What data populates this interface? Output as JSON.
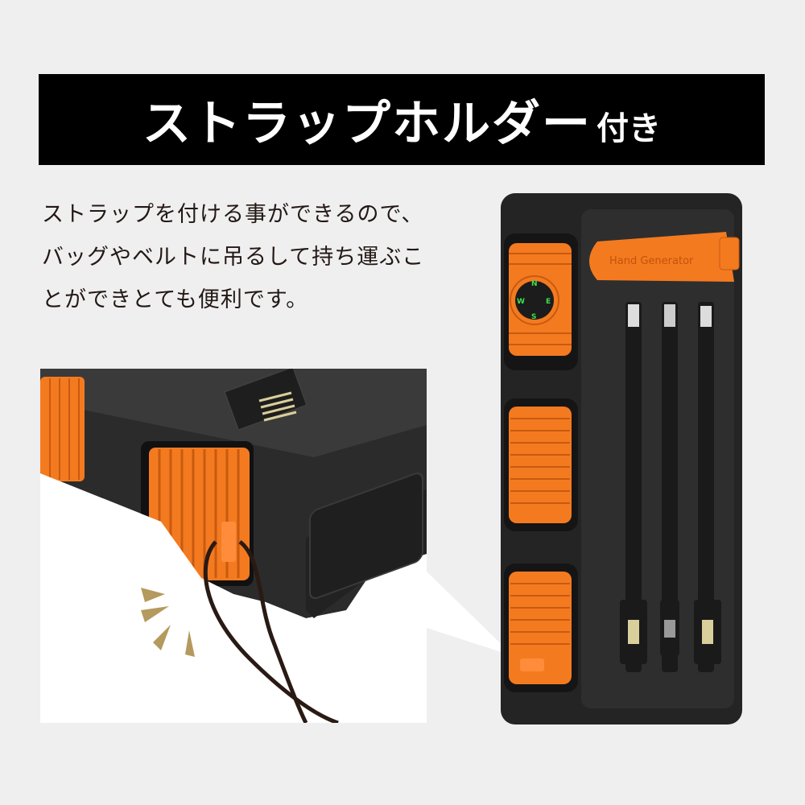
{
  "header": {
    "title": "ストラップホルダー",
    "suffix": "付き"
  },
  "description": {
    "lines": [
      "ストラップを付ける事ができるので、",
      "バッグやベルトに吊るして持ち運ぶこ",
      "とができとても便利です。"
    ]
  },
  "product": {
    "flap_label": "Hand Generator",
    "compass_letters": [
      "N",
      "E",
      "S",
      "W"
    ]
  },
  "colors": {
    "banner_bg": "#000000",
    "accent_orange": "#f47a20",
    "body_dark": "#2a2a2a",
    "strap_brown": "#2a1a14",
    "sparkle_gold": "#b49a5e",
    "page_bg": "#efefef"
  }
}
